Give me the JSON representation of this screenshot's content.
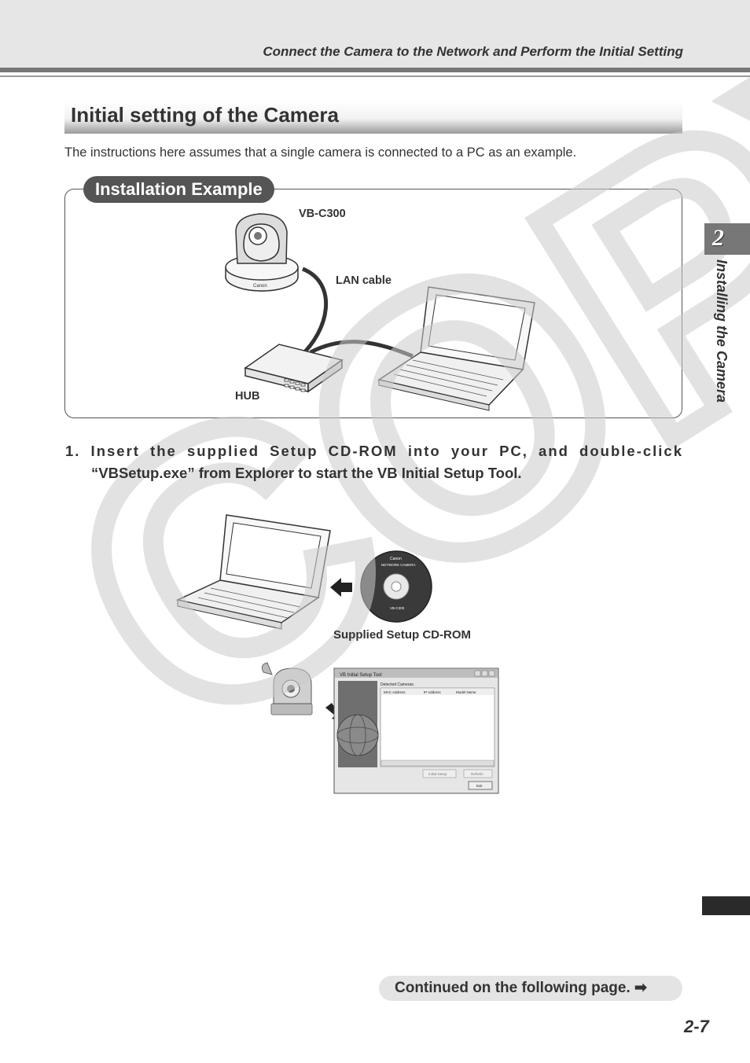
{
  "header": {
    "title": "Connect the Camera to the Network and Perform the Initial Setting"
  },
  "section": {
    "title": "Initial setting of the Camera",
    "intro": "The instructions here assumes that a single camera is connected to a PC as an example."
  },
  "installation": {
    "label": "Installation Example",
    "camera_label": "VB-C300",
    "cable_label": "LAN cable",
    "hub_label": "HUB"
  },
  "step1": {
    "line1": "1. Insert the supplied Setup CD-ROM into your PC, and double-click",
    "line2": "“VBSetup.exe” from Explorer to start the VB Initial Setup Tool."
  },
  "cdrom": {
    "label": "Supplied Setup CD-ROM",
    "brand": "Canon",
    "title": "NETWORK CAMERA",
    "model": "VB-C300"
  },
  "setup_window": {
    "title": "VB Initial Setup Tool",
    "group": "Detected Cameras:",
    "columns": [
      "MAC Address",
      "IP Address",
      "Model Name"
    ],
    "btn_initial": "Initial Setup",
    "btn_refresh": "Refresh",
    "btn_exit": "Exit"
  },
  "side_tab": {
    "number": "2",
    "chapter": "Installing the Camera"
  },
  "watermark": "COPY",
  "footer": {
    "continued": "Continued on the following page.",
    "page_number": "2-7"
  },
  "colors": {
    "accent_gray": "#777777",
    "header_band": "#e6e6e6",
    "watermark": "#cccccc"
  }
}
